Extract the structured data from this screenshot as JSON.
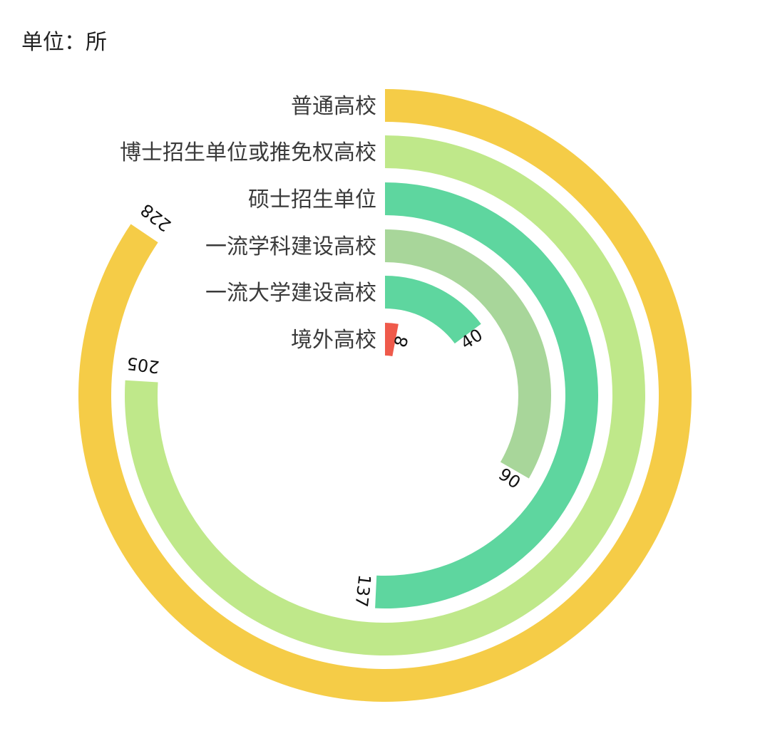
{
  "unit_label": "单位：所",
  "chart_data": {
    "type": "radial-bar",
    "max": 270,
    "categories": [
      "普通高校",
      "博士招生单位或推免权高校",
      "硕士招生单位",
      "一流学科建设高校",
      "一流大学建设高校",
      "境外高校"
    ],
    "values": [
      228,
      205,
      137,
      90,
      40,
      8
    ],
    "colors": [
      "#f5cc47",
      "#bfe88a",
      "#5ed69f",
      "#a8d69a",
      "#5ed69f",
      "#ef5a4b"
    ]
  }
}
